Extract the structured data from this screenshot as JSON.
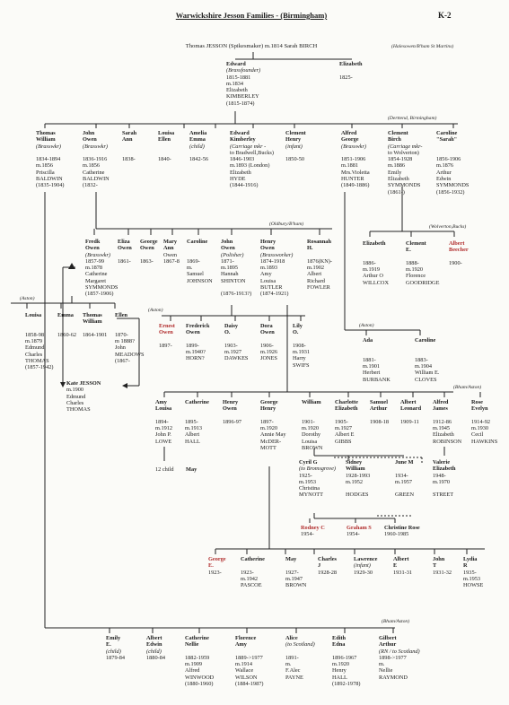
{
  "title": "Warwickshire Jesson Families - (Birmingham)",
  "page_code": "K-2",
  "root_couple": "Thomas JESSON (Spikesmaker) m.1814 Sarah BIRCH",
  "notes": [
    {
      "id": "halesowen",
      "text": "(Halesowen/B'ham St Martins)"
    },
    {
      "id": "deritend",
      "text": "(Derttend, Birmingham)"
    },
    {
      "id": "oldbury",
      "text": "(Oldbury/B'ham)"
    },
    {
      "id": "wolverton",
      "text": "(Wolverton,Bucks)"
    },
    {
      "id": "aston1",
      "text": "(Aston)"
    },
    {
      "id": "aston2",
      "text": "(Aston)"
    },
    {
      "id": "aston3",
      "text": "(Aston)"
    },
    {
      "id": "bhamaston1",
      "text": "(Bham/Aston)"
    },
    {
      "id": "bhamaston2",
      "text": "(Bham/Aston)"
    }
  ],
  "people": [
    {
      "id": "edward-sr",
      "lines": [
        "Edward",
        "(Brassfounder)",
        "1815-1881",
        "m.1834",
        "Elizabeth",
        "KIMBERLEY",
        "(1815-1874)"
      ]
    },
    {
      "id": "elizabeth-g2",
      "lines": [
        "Elizabeth",
        "",
        "1825-"
      ]
    },
    {
      "id": "thomas-william",
      "lines": [
        "Thomas",
        "William",
        "(Brasswkr)",
        "",
        "1834-1894",
        "m.1856",
        "Priscilla",
        "BALDWIN",
        "(1835-1904)"
      ]
    },
    {
      "id": "john-owen",
      "lines": [
        "John",
        "Owen",
        "(Brasswkr)",
        "",
        "1836-1916",
        "m.1856",
        "Catherine",
        "BALDWIN",
        "(1832-"
      ]
    },
    {
      "id": "sarah-ann",
      "lines": [
        "Sarah",
        "Ann",
        "",
        "",
        "1838-"
      ]
    },
    {
      "id": "louisa-ellen",
      "lines": [
        "Louisa",
        "Ellen",
        "",
        "",
        "1840-"
      ]
    },
    {
      "id": "amelia-emma",
      "lines": [
        "Amelia",
        "Emma",
        "(child)",
        "",
        "1842-56"
      ]
    },
    {
      "id": "edward-kimberley",
      "lines": [
        "Edward",
        "Kimberley",
        "(Carriage mkr -",
        "to Bradwell,Bucks)",
        "1846-1903",
        "m.1893 (London)",
        "Elizabeth",
        "HYDE",
        "(1844-1916)"
      ]
    },
    {
      "id": "clement-henry",
      "lines": [
        "Clement",
        "Henry",
        "(infant)",
        "",
        "1850-50"
      ]
    },
    {
      "id": "alfred-george",
      "lines": [
        "Alfred",
        "George",
        "(Brasswkr)",
        "",
        "1851-1906",
        "m.1881",
        "Mrs.Violetta",
        "HUNTER",
        "(1849-1886)"
      ]
    },
    {
      "id": "clement-birch",
      "lines": [
        "Clement",
        "Birch",
        "(Carriage mkr-",
        "to Wolverton)",
        "1854-1928",
        "m.1886",
        "Emily",
        "Elizabeth",
        "SYMMONDS",
        "(1861-)"
      ]
    },
    {
      "id": "caroline-sarah",
      "lines": [
        "Caroline",
        "\"Sarah\"",
        "",
        "",
        "1856-1906",
        "m.1876",
        "Arthur",
        "Edwin",
        "SYMMONDS",
        "(1856-1932)"
      ]
    },
    {
      "id": "fredk-owen",
      "lines": [
        "Fredk",
        "Owen",
        "(Brasswkr)",
        "1857-99",
        "m.1878",
        "Catherine",
        "Margaret",
        "SYMMONDS",
        "(1857-1906)"
      ]
    },
    {
      "id": "eliza-owen",
      "lines": [
        "Eliza",
        "Owen",
        "",
        "1861-"
      ]
    },
    {
      "id": "george-owen",
      "lines": [
        "George",
        "Owen",
        "",
        "1863-"
      ]
    },
    {
      "id": "mary-ann-owen",
      "lines": [
        "Mary",
        "Ann",
        "Owen",
        "1867-8"
      ]
    },
    {
      "id": "caroline-g4",
      "lines": [
        "Caroline",
        "",
        "",
        "1869-",
        "m.",
        "Samuel",
        "JOHNSON"
      ]
    },
    {
      "id": "john-owen-pol",
      "lines": [
        "John",
        "Owen",
        "(Polisher)",
        "1871-",
        "m.1895",
        "Hannah",
        "SHINTON",
        "",
        "(1876-1913?)"
      ]
    },
    {
      "id": "henry-owen",
      "lines": [
        "Henry",
        "Owen",
        "(Brassworker)",
        "1874-1918",
        "m.1893",
        "Amy",
        "Louisa",
        "BUTLER",
        "(1874-1921)"
      ]
    },
    {
      "id": "rosannah-h",
      "lines": [
        "Rosannah",
        "H.",
        "",
        "1876(KN)-",
        "m.1902",
        "Albert",
        "Richard",
        "FOWLER"
      ]
    },
    {
      "id": "elizabeth-w",
      "lines": [
        "Elizabeth",
        "",
        "",
        "1886-",
        "m.1919",
        "Arthur O",
        "WILLCOX"
      ]
    },
    {
      "id": "clement-e",
      "lines": [
        "Clement",
        "E.",
        "",
        "1888-",
        "m.1920",
        "Florence",
        "GOODRIDGE"
      ]
    },
    {
      "id": "albert-beecher",
      "red": true,
      "lines": [
        "Albert",
        "Beecher",
        "",
        "1900-"
      ]
    },
    {
      "id": "louisa-a",
      "lines": [
        "Louisa",
        "",
        "",
        "1858-98",
        "m.1879",
        "Edmund",
        "Charles",
        "THOMAS",
        "(1857-1942)"
      ]
    },
    {
      "id": "emma",
      "lines": [
        "Emma",
        "",
        "",
        "1860-62"
      ]
    },
    {
      "id": "thomas-william-2",
      "lines": [
        "Thomas",
        "William",
        "",
        "1864-1901"
      ]
    },
    {
      "id": "ellen",
      "lines": [
        "Ellen",
        "",
        "",
        "1870-",
        "m 1888?",
        "John",
        "MEADOWS",
        "(1867-"
      ]
    },
    {
      "id": "kate-jesson",
      "lines": [
        "Kate JESSON",
        "m.1900",
        "Edmund",
        "Charles",
        "THOMAS"
      ]
    },
    {
      "id": "ernest-owen",
      "red": true,
      "lines": [
        "Ernest",
        "Owen",
        "",
        "1897-"
      ]
    },
    {
      "id": "frederick-owen",
      "lines": [
        "Frederick",
        "Owen",
        "",
        "1899-",
        "m.1940?",
        "HORN?"
      ]
    },
    {
      "id": "daisy-o",
      "lines": [
        "Daisy",
        "O.",
        "",
        "1903-",
        "m.1927",
        "DAWKES"
      ]
    },
    {
      "id": "dora-owen",
      "lines": [
        "Dora",
        "Owen",
        "",
        "1906-",
        "m.1926",
        "JONES"
      ]
    },
    {
      "id": "lily-o",
      "lines": [
        "Lily",
        "O.",
        "",
        "1908-",
        "m.1931",
        "Harry",
        "SWIFS"
      ]
    },
    {
      "id": "ada",
      "lines": [
        "Ada",
        "",
        "",
        "1881-",
        "m.1901",
        "Herbert",
        "BURBANK"
      ]
    },
    {
      "id": "caroline-aston",
      "lines": [
        "Caroline",
        "",
        "",
        "1883-",
        "m.1904",
        "William E.",
        "CLOVES"
      ]
    },
    {
      "id": "amy-louisa",
      "lines": [
        "Amy",
        "Louisa",
        "",
        "1894-",
        "m.1912",
        "John P.",
        "LOWE"
      ]
    },
    {
      "id": "catherine-hall",
      "lines": [
        "Catherine",
        "",
        "",
        "1895-",
        "m.1913",
        "Albert",
        "HALL"
      ]
    },
    {
      "id": "henry-owen-2",
      "lines": [
        "Henry",
        "Owen",
        "",
        "1896-97"
      ]
    },
    {
      "id": "george-henry",
      "lines": [
        "George",
        "Henry",
        "",
        "1897-",
        "m.1920",
        "Annie May",
        "McDER-",
        "MOTT"
      ]
    },
    {
      "id": "william",
      "lines": [
        "William",
        "",
        "",
        "1901-",
        "m.1920",
        "Dorothy",
        "Louisa",
        "BROWN"
      ]
    },
    {
      "id": "charlotte-elizabeth",
      "lines": [
        "Charlotte",
        "Elizabeth",
        "",
        "1905-",
        "m.1927",
        "Albert E",
        "GIBBS"
      ]
    },
    {
      "id": "samuel-arthur",
      "lines": [
        "Samuel",
        "Arthur",
        "",
        "1908-18"
      ]
    },
    {
      "id": "albert-leonard",
      "lines": [
        "Albert",
        "Leonard",
        "",
        "1909-11"
      ]
    },
    {
      "id": "alfred-james",
      "lines": [
        "Alfred",
        "James",
        "",
        "1912-86",
        "m.1945",
        "Elizabeth",
        "ROBINSON"
      ]
    },
    {
      "id": "rose-evelyn",
      "lines": [
        "Rose",
        "Evelyn",
        "",
        "1914-92",
        "m.1930",
        "Cecil",
        "HAWKINS"
      ]
    },
    {
      "id": "twelve-child",
      "lines": [
        "12 child"
      ]
    },
    {
      "id": "may",
      "lines": [
        "May"
      ]
    },
    {
      "id": "cyril-g",
      "lines": [
        "Cyril G",
        "(to Bromsgrove)",
        "1925-",
        "m.1953",
        "Christina",
        "MYNOTT"
      ]
    },
    {
      "id": "sidney-william",
      "lines": [
        "Sidney",
        "William",
        "1928-1993",
        "m.1952",
        "",
        "HODGES"
      ]
    },
    {
      "id": "june-m",
      "lines": [
        "June M",
        "",
        "1934-",
        "m.1957",
        "",
        "GREEN"
      ]
    },
    {
      "id": "valerie-elizabeth",
      "lines": [
        "Valerie",
        "Elizabeth",
        "1948-",
        "m.1970",
        "",
        "STREET"
      ]
    },
    {
      "id": "rodney-c",
      "red": true,
      "lines": [
        "Rodney C",
        "1954-"
      ]
    },
    {
      "id": "graham-s",
      "red": true,
      "lines": [
        "Graham S",
        "1954-"
      ]
    },
    {
      "id": "christine-rose",
      "lines": [
        "Christine Rose",
        "1960-1985"
      ]
    },
    {
      "id": "george-e",
      "red": true,
      "lines": [
        "George",
        "E.",
        "1923-"
      ]
    },
    {
      "id": "catherine-pascoe",
      "lines": [
        "Catherine",
        "",
        "1923-",
        "m.1942",
        "PASCOE"
      ]
    },
    {
      "id": "may-brown",
      "lines": [
        "May",
        "",
        "1927-",
        "m.1947",
        "BROWN"
      ]
    },
    {
      "id": "charles-j",
      "lines": [
        "Charles",
        "J",
        "1928-28"
      ]
    },
    {
      "id": "lawrence",
      "lines": [
        "Lawrence",
        "(infant)",
        "1929-30"
      ]
    },
    {
      "id": "albert-e",
      "lines": [
        "Albert",
        "E",
        "1931-31"
      ]
    },
    {
      "id": "john-t",
      "lines": [
        "John",
        "T",
        "1931-32"
      ]
    },
    {
      "id": "lydia-r",
      "lines": [
        "Lydia",
        "R",
        "1935-",
        "m.1953",
        "HOWSE"
      ]
    },
    {
      "id": "emily-e",
      "lines": [
        "Emily",
        "E.",
        "(child)",
        "1879-84"
      ]
    },
    {
      "id": "albert-edwin",
      "lines": [
        "Albert",
        "Edwin",
        "(child)",
        "1880-84"
      ]
    },
    {
      "id": "catherine-nellie",
      "lines": [
        "Catherine",
        "Nellie",
        "",
        "1882-1959",
        "m.1909",
        "Alfred",
        "WINWOOD",
        "(1880-1960)"
      ]
    },
    {
      "id": "florence-amy",
      "lines": [
        "Florence",
        "Amy",
        "",
        "1889->1977",
        "m.1914",
        "Wallace",
        "WILSON",
        "(1884-1987)"
      ]
    },
    {
      "id": "alice",
      "lines": [
        "Alice",
        "(to Scotland)",
        "",
        "1891-",
        "m.",
        "F.Alec",
        "PAYNE"
      ]
    },
    {
      "id": "edith-edna",
      "lines": [
        "Edith",
        "Edna",
        "",
        "1896-1967",
        "m.1920",
        "Henry",
        "HALL",
        "(1892-1978)"
      ]
    },
    {
      "id": "gilbert-arthur",
      "lines": [
        "Gilbert",
        "Arthur",
        "(RN / to Scotland)",
        "1898->1977",
        "m.",
        "Nellie",
        "RAYMOND"
      ]
    }
  ]
}
